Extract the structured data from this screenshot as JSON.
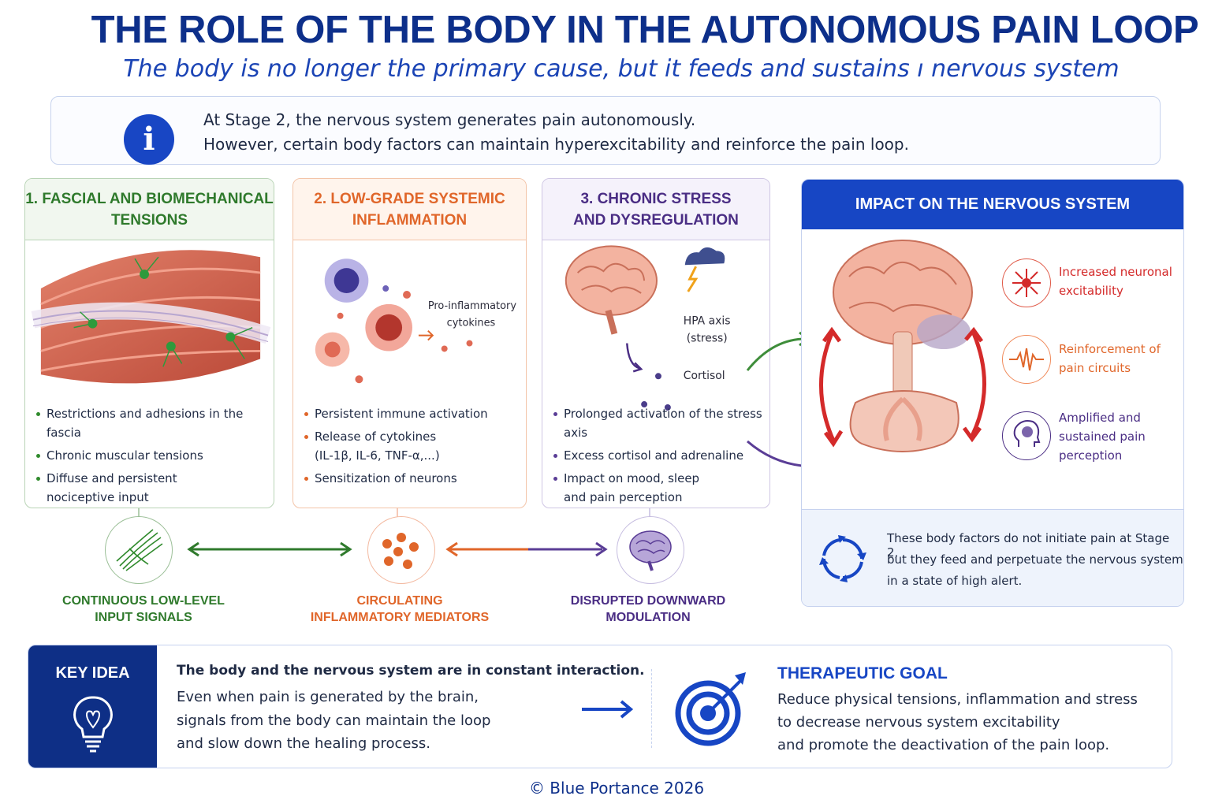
{
  "header": {
    "title": "THE ROLE OF THE BODY IN THE AUTONOMOUS PAIN LOOP",
    "subtitle": "The body is no longer the primary cause, but it feeds and sustains ı nervous system"
  },
  "info": {
    "line1": "At Stage 2, the nervous system generates pain autonomously.",
    "line2": "However, certain body factors can maintain hyperexcitability and reinforce the pain loop."
  },
  "cards": [
    {
      "title_line1": "1. FASCIAL AND BIOMECHANICAL",
      "title_line2": "TENSIONS",
      "bullets": [
        "Restrictions and adhesions in the fascia",
        "Chronic muscular tensions",
        "Diffuse and persistent"
      ],
      "bullet_cont": "nociceptive input"
    },
    {
      "title_line1": "2. LOW-GRADE SYSTEMIC",
      "title_line2": "INFLAMMATION",
      "label_line1": "Pro-inflammatory",
      "label_line2": "cytokines",
      "bullets": [
        "Persistent immune activation",
        "Release of cytokines",
        "Sensitization of neurons"
      ],
      "bullet_cont": "(IL-1β, IL-6, TNF-α,...)"
    },
    {
      "title_line1": "3. CHRONIC STRESS",
      "title_line2": "AND DYSREGULATION",
      "label_hpa1": "HPA axis",
      "label_hpa2": "(stress)",
      "label_cortisol": "Cortisol",
      "bullets": [
        "Prolonged activation of the stress axis",
        "Excess cortisol and adrenaline",
        "Impact on mood, sleep"
      ],
      "bullet_cont": "and pain perception"
    }
  ],
  "impact": {
    "title": "IMPACT ON THE NERVOUS SYSTEM",
    "items": [
      {
        "line1": "Increased neuronal",
        "line2": "excitability",
        "line3": ""
      },
      {
        "line1": "Reinforcement of",
        "line2": "pain circuits",
        "line3": ""
      },
      {
        "line1": "Amplified and",
        "line2": "sustained pain",
        "line3": "perception"
      }
    ],
    "footer": {
      "line1": "These body factors do not initiate pain at Stage 2,",
      "line2": "but they feed and perpetuate the nervous system",
      "line3": "in a state of high alert."
    }
  },
  "nodes": [
    {
      "line1": "CONTINUOUS LOW-LEVEL",
      "line2": "INPUT SIGNALS"
    },
    {
      "line1": "CIRCULATING",
      "line2": "INFLAMMATORY MEDIATORS"
    },
    {
      "line1": "DISRUPTED DOWNWARD",
      "line2": "MODULATION"
    }
  ],
  "key": {
    "title": "KEY IDEA",
    "bold": "The body and the nervous system are in constant interaction.",
    "line1": "Even when pain is generated by the brain,",
    "line2": "signals from the body can maintain the loop",
    "line3": "and slow down the healing process.",
    "goal_title": "THERAPEUTIC GOAL",
    "goal1": "Reduce physical tensions, inflammation and stress",
    "goal2": "to decrease nervous system excitability",
    "goal3": "and promote the deactivation of the pain loop."
  },
  "footer": {
    "copyright": "© Blue Portance 2026"
  },
  "colors": {
    "navy": "#0d2f8a",
    "blue": "#1746c4",
    "green": "#2f7a2c",
    "orange": "#e0662a",
    "purple": "#4a2d84",
    "red": "#d42a2a"
  }
}
